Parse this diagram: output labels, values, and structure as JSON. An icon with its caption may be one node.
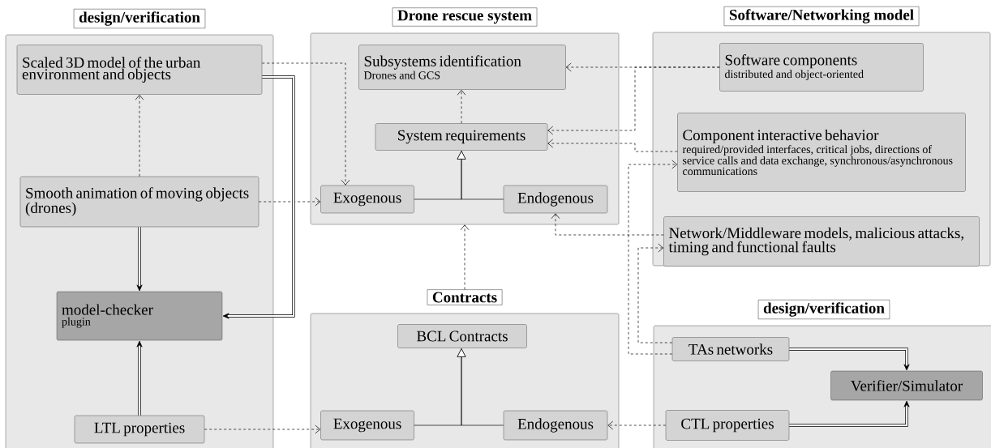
{
  "diagram": {
    "nodes": [
      {
        "text": [
          "design/verification"
        ]
      },
      {
        "text": [
          "Scaled 3D model of the urban environment and objects"
        ],
        "in": 0
      },
      {
        "text": [
          "Smooth animation of moving objects (drones)"
        ],
        "in": 0
      },
      {
        "text": [
          "model-checker",
          "plugin"
        ],
        "in": 0
      },
      {
        "text": [
          "LTL properties"
        ],
        "in": 0
      },
      {
        "text": [
          "Drone rescue system"
        ]
      },
      {
        "text": [
          "Subsystems identification",
          "Drones and GCS"
        ],
        "in": 5
      },
      {
        "text": [
          "System requirements"
        ],
        "in": 5
      },
      {
        "text": [
          "Exogenous"
        ],
        "in": 5
      },
      {
        "text": [
          "Endogenous"
        ],
        "in": 5
      },
      {
        "text": [
          "Software/Networking model"
        ]
      },
      {
        "text": [
          "Software components",
          "distributed and object-oriented"
        ],
        "in": 10
      },
      {
        "text": [
          "Component interactive behavior",
          "required/provided interfaces, critical jobs, directions of service calls and data exchange, synchronous/asynchronous communications"
        ],
        "in": 10
      },
      {
        "text": [
          "Network/Middleware models, malicious attacks, timing and functional faults"
        ],
        "in": 10
      },
      {
        "text": [
          "Contracts"
        ]
      },
      {
        "text": [
          "BCL Contracts"
        ],
        "in": 14
      },
      {
        "text": [
          "Exogenous"
        ],
        "in": 14
      },
      {
        "text": [
          "Endogenous"
        ],
        "in": 14
      },
      {
        "text": [
          "design/verification"
        ]
      },
      {
        "text": [
          "TAs networks"
        ],
        "in": 18
      },
      {
        "text": [
          "Verifier/Simulator"
        ],
        "in": 18
      },
      {
        "text": [
          "CTL properties"
        ],
        "in": 18
      }
    ],
    "edges": [
      {
        "from": 2,
        "to": 1,
        "arrow": "to",
        "style": "dashed"
      },
      {
        "from": 1,
        "to": 8,
        "arrow": "to",
        "style": "dashed"
      },
      {
        "from": 2,
        "to": 8,
        "arrow": "to",
        "style": "dashed"
      },
      {
        "from": 1,
        "to": 3,
        "arrow": "to",
        "style": "thick"
      },
      {
        "from": 2,
        "to": 3,
        "arrow": "to",
        "style": "thick"
      },
      {
        "from": 4,
        "to": 3,
        "arrow": "to",
        "style": "thick"
      },
      {
        "from": 4,
        "to": 16,
        "arrow": "to",
        "style": "dashed"
      },
      {
        "from": 8,
        "to": 7,
        "arrow": "to"
      },
      {
        "from": 9,
        "to": 7,
        "arrow": "to"
      },
      {
        "from": 7,
        "to": 6,
        "arrow": "to",
        "style": "dashed"
      },
      {
        "from": 11,
        "to": 6,
        "arrow": "to",
        "style": "dashed"
      },
      {
        "from": 11,
        "to": 7,
        "arrow": "to",
        "style": "dashed"
      },
      {
        "from": 12,
        "to": 7,
        "arrow": "to",
        "style": "dashed"
      },
      {
        "from": 19,
        "to": 12,
        "arrow": "to",
        "style": "dashed"
      },
      {
        "from": 13,
        "to": 9,
        "arrow": "to",
        "style": "dashed"
      },
      {
        "from": 19,
        "to": 13,
        "arrow": "to",
        "style": "dashed"
      },
      {
        "from": 14,
        "to": 5,
        "arrow": "to",
        "style": "dashed"
      },
      {
        "from": 16,
        "to": 15,
        "arrow": "to"
      },
      {
        "from": 17,
        "to": 15,
        "arrow": "to"
      },
      {
        "from": 21,
        "to": 17,
        "arrow": "to",
        "style": "dashed"
      },
      {
        "from": 19,
        "to": 20,
        "arrow": "to",
        "style": "thick"
      },
      {
        "from": 21,
        "to": 20,
        "arrow": "to",
        "style": "thick"
      }
    ]
  }
}
